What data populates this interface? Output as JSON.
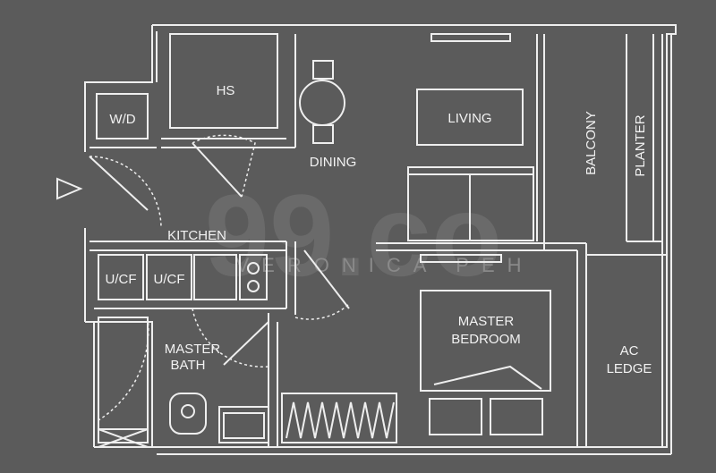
{
  "rooms": {
    "hs": "HS",
    "wd": "W/D",
    "dining": "DINING",
    "living": "LIVING",
    "balcony": "BALCONY",
    "planter": "PLANTER",
    "kitchen": "KITCHEN",
    "ucf1": "U/CF",
    "ucf2": "U/CF",
    "master_bath_l1": "MASTER",
    "master_bath_l2": "BATH",
    "master_bedroom_l1": "MASTER",
    "master_bedroom_l2": "BEDROOM",
    "ac_ledge_l1": "AC",
    "ac_ledge_l2": "LEDGE"
  },
  "watermark": {
    "logo": "99.co",
    "agent": "VERONICA PEH"
  },
  "colors": {
    "background": "#5b5b5b",
    "lines": "#eeeeee"
  }
}
